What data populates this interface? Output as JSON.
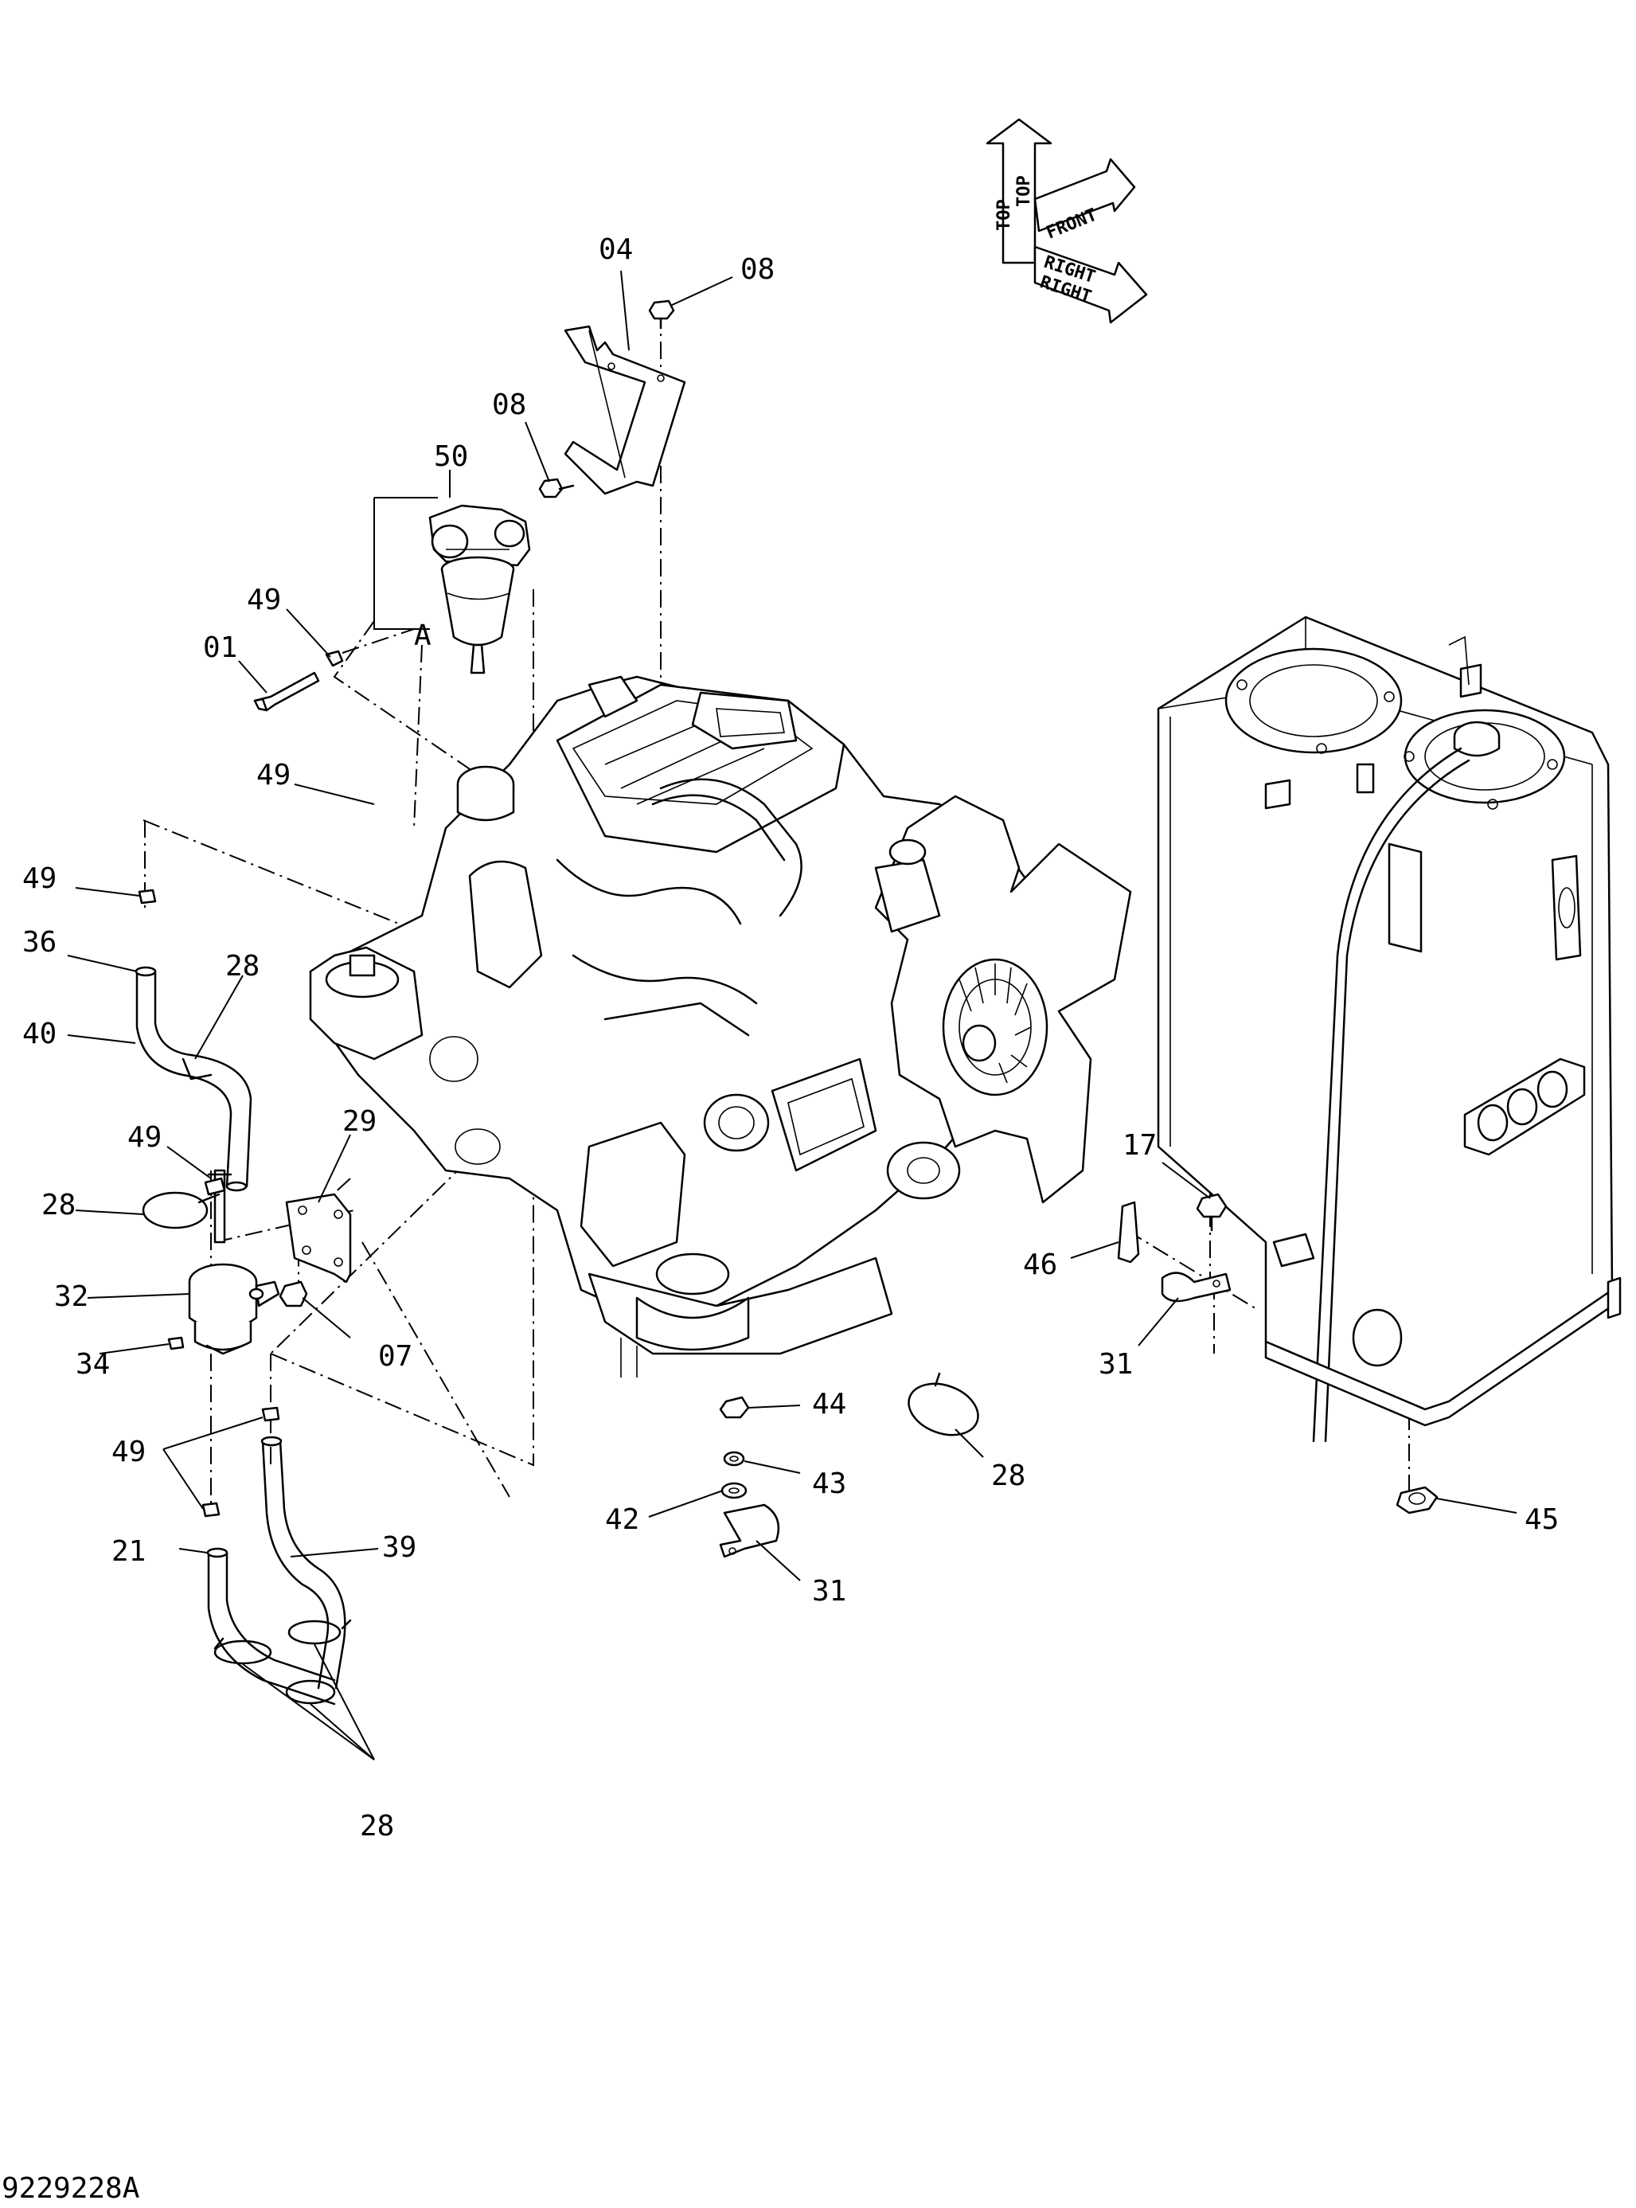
{
  "drawing_id": "9229228A",
  "orientation_labels": {
    "top": "TOP",
    "front": "FRONT",
    "right": "RIGHT"
  },
  "view_marker": "A",
  "callouts": {
    "c04": "04",
    "c08_top": "08",
    "c08_mid": "08",
    "c50": "50",
    "c49_filter": "49",
    "c01": "01",
    "c49_engine": "49",
    "c49_left": "49",
    "c36": "36",
    "c28_upper": "28",
    "c40": "40",
    "c29": "29",
    "c49_pump": "49",
    "c28_pump": "28",
    "c32": "32",
    "c34": "34",
    "c07": "07",
    "c49_lower": "49",
    "c21": "21",
    "c39": "39",
    "c28_bottom": "28",
    "c17": "17",
    "c46": "46",
    "c31_tank": "31",
    "c44": "44",
    "c43": "43",
    "c42": "42",
    "c31_center": "31",
    "c28_center": "28",
    "c45": "45"
  }
}
